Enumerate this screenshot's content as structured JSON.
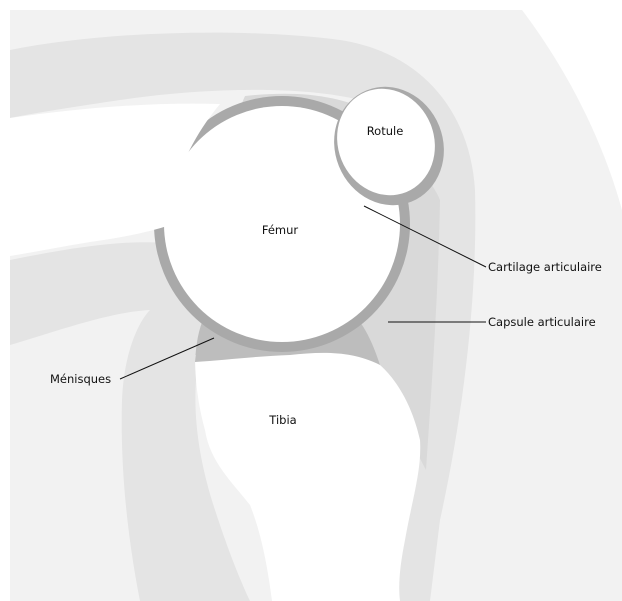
{
  "labels": {
    "rotule": "Rotule",
    "femur": "Fémur",
    "tibia": "Tibia",
    "menisques": "Ménisques",
    "cartilage": "Cartilage articulaire",
    "capsule": "Capsule articulaire"
  },
  "colors": {
    "background": "#f2f2f2",
    "soft_tissue": "#e4e4e4",
    "capsule": "#d9d9d9",
    "cartilage": "#a9a9a9",
    "meniscus": "#bdbdbd",
    "bone": "#ffffff",
    "line": "#111111"
  }
}
